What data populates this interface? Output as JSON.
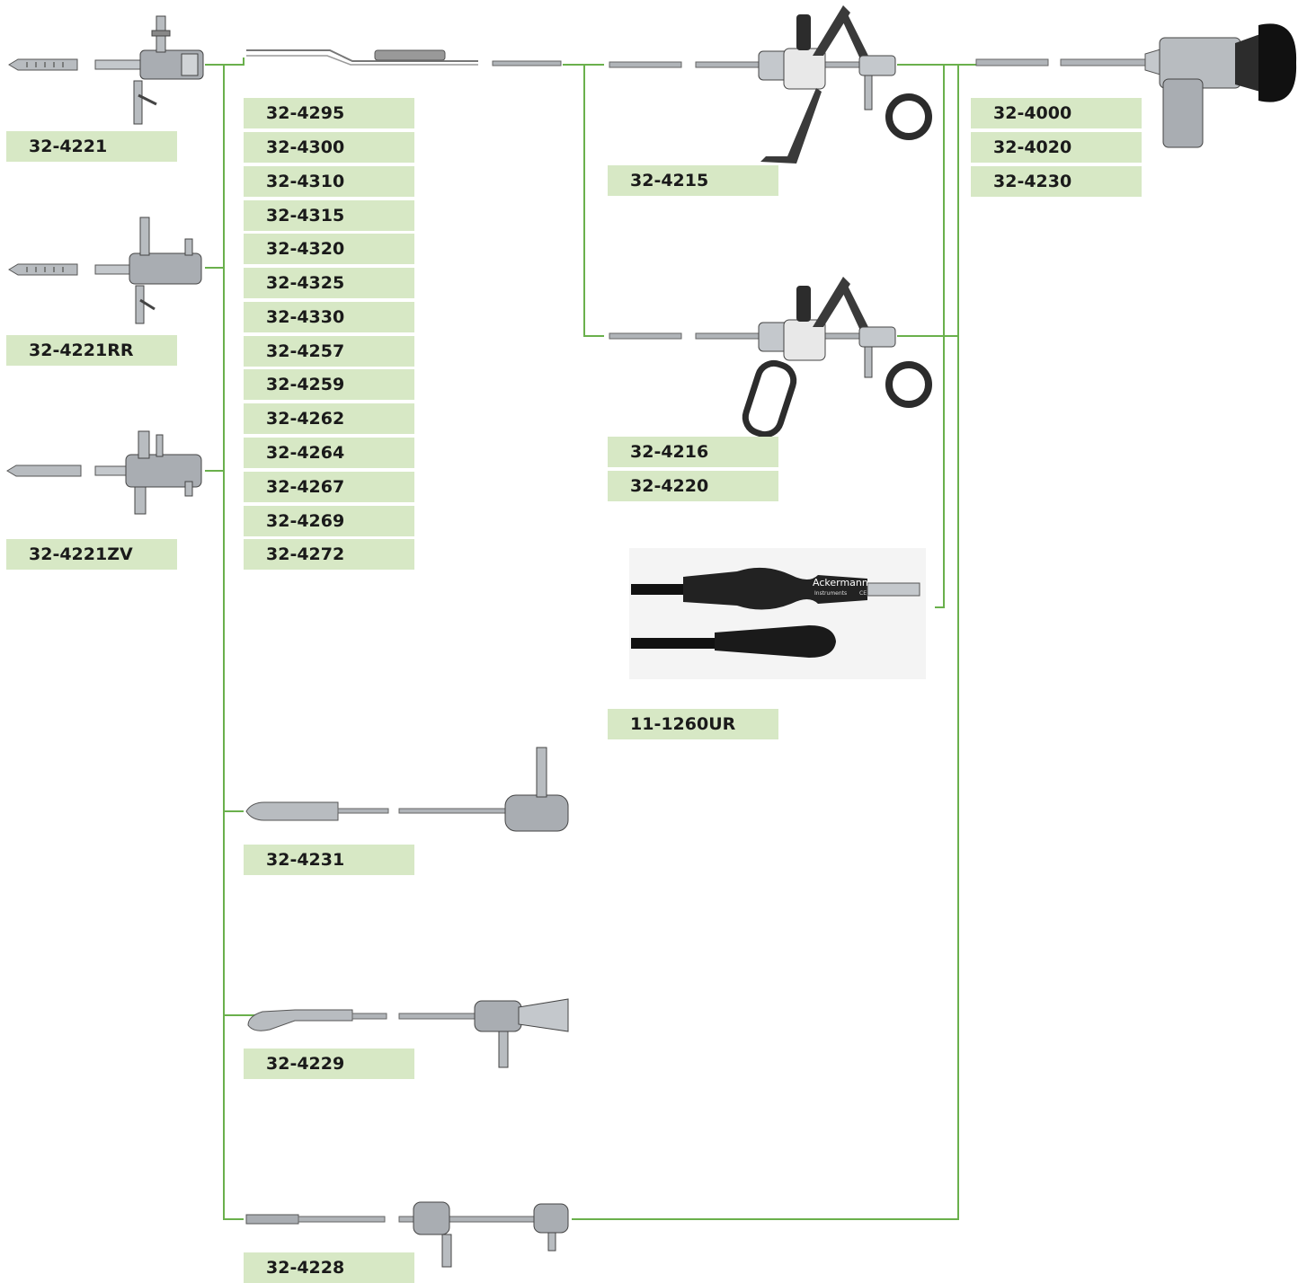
{
  "colors": {
    "connector": "#6ab04c",
    "label_bg": "#d7e8c5",
    "metal": "#b8bcc0",
    "dark": "#2c2c2c"
  },
  "groups": {
    "sheath_a": {
      "labels": [
        "32-4221"
      ]
    },
    "sheath_b": {
      "labels": [
        "32-4221RR"
      ]
    },
    "sheath_c": {
      "labels": [
        "32-4221ZV"
      ]
    },
    "electrodes": {
      "labels": [
        "32-4295",
        "32-4300",
        "32-4310",
        "32-4315",
        "32-4320",
        "32-4325",
        "32-4330",
        "32-4257",
        "32-4259",
        "32-4262",
        "32-4264",
        "32-4267",
        "32-4269",
        "32-4272"
      ]
    },
    "obturator_a": {
      "labels": [
        "32-4231"
      ]
    },
    "obturator_b": {
      "labels": [
        "32-4229"
      ]
    },
    "bridge": {
      "labels": [
        "32-4228"
      ]
    },
    "working_element_a": {
      "labels": [
        "32-4215"
      ]
    },
    "working_element_b": {
      "labels": [
        "32-4216",
        "32-4220"
      ]
    },
    "hf_cable": {
      "labels": [
        "11-1260UR"
      ],
      "cable_brand": "Ackermann",
      "cable_sub": "Instruments",
      "cable_mark": "CE"
    },
    "telescope": {
      "labels": [
        "32-4000",
        "32-4020",
        "32-4230"
      ]
    }
  }
}
